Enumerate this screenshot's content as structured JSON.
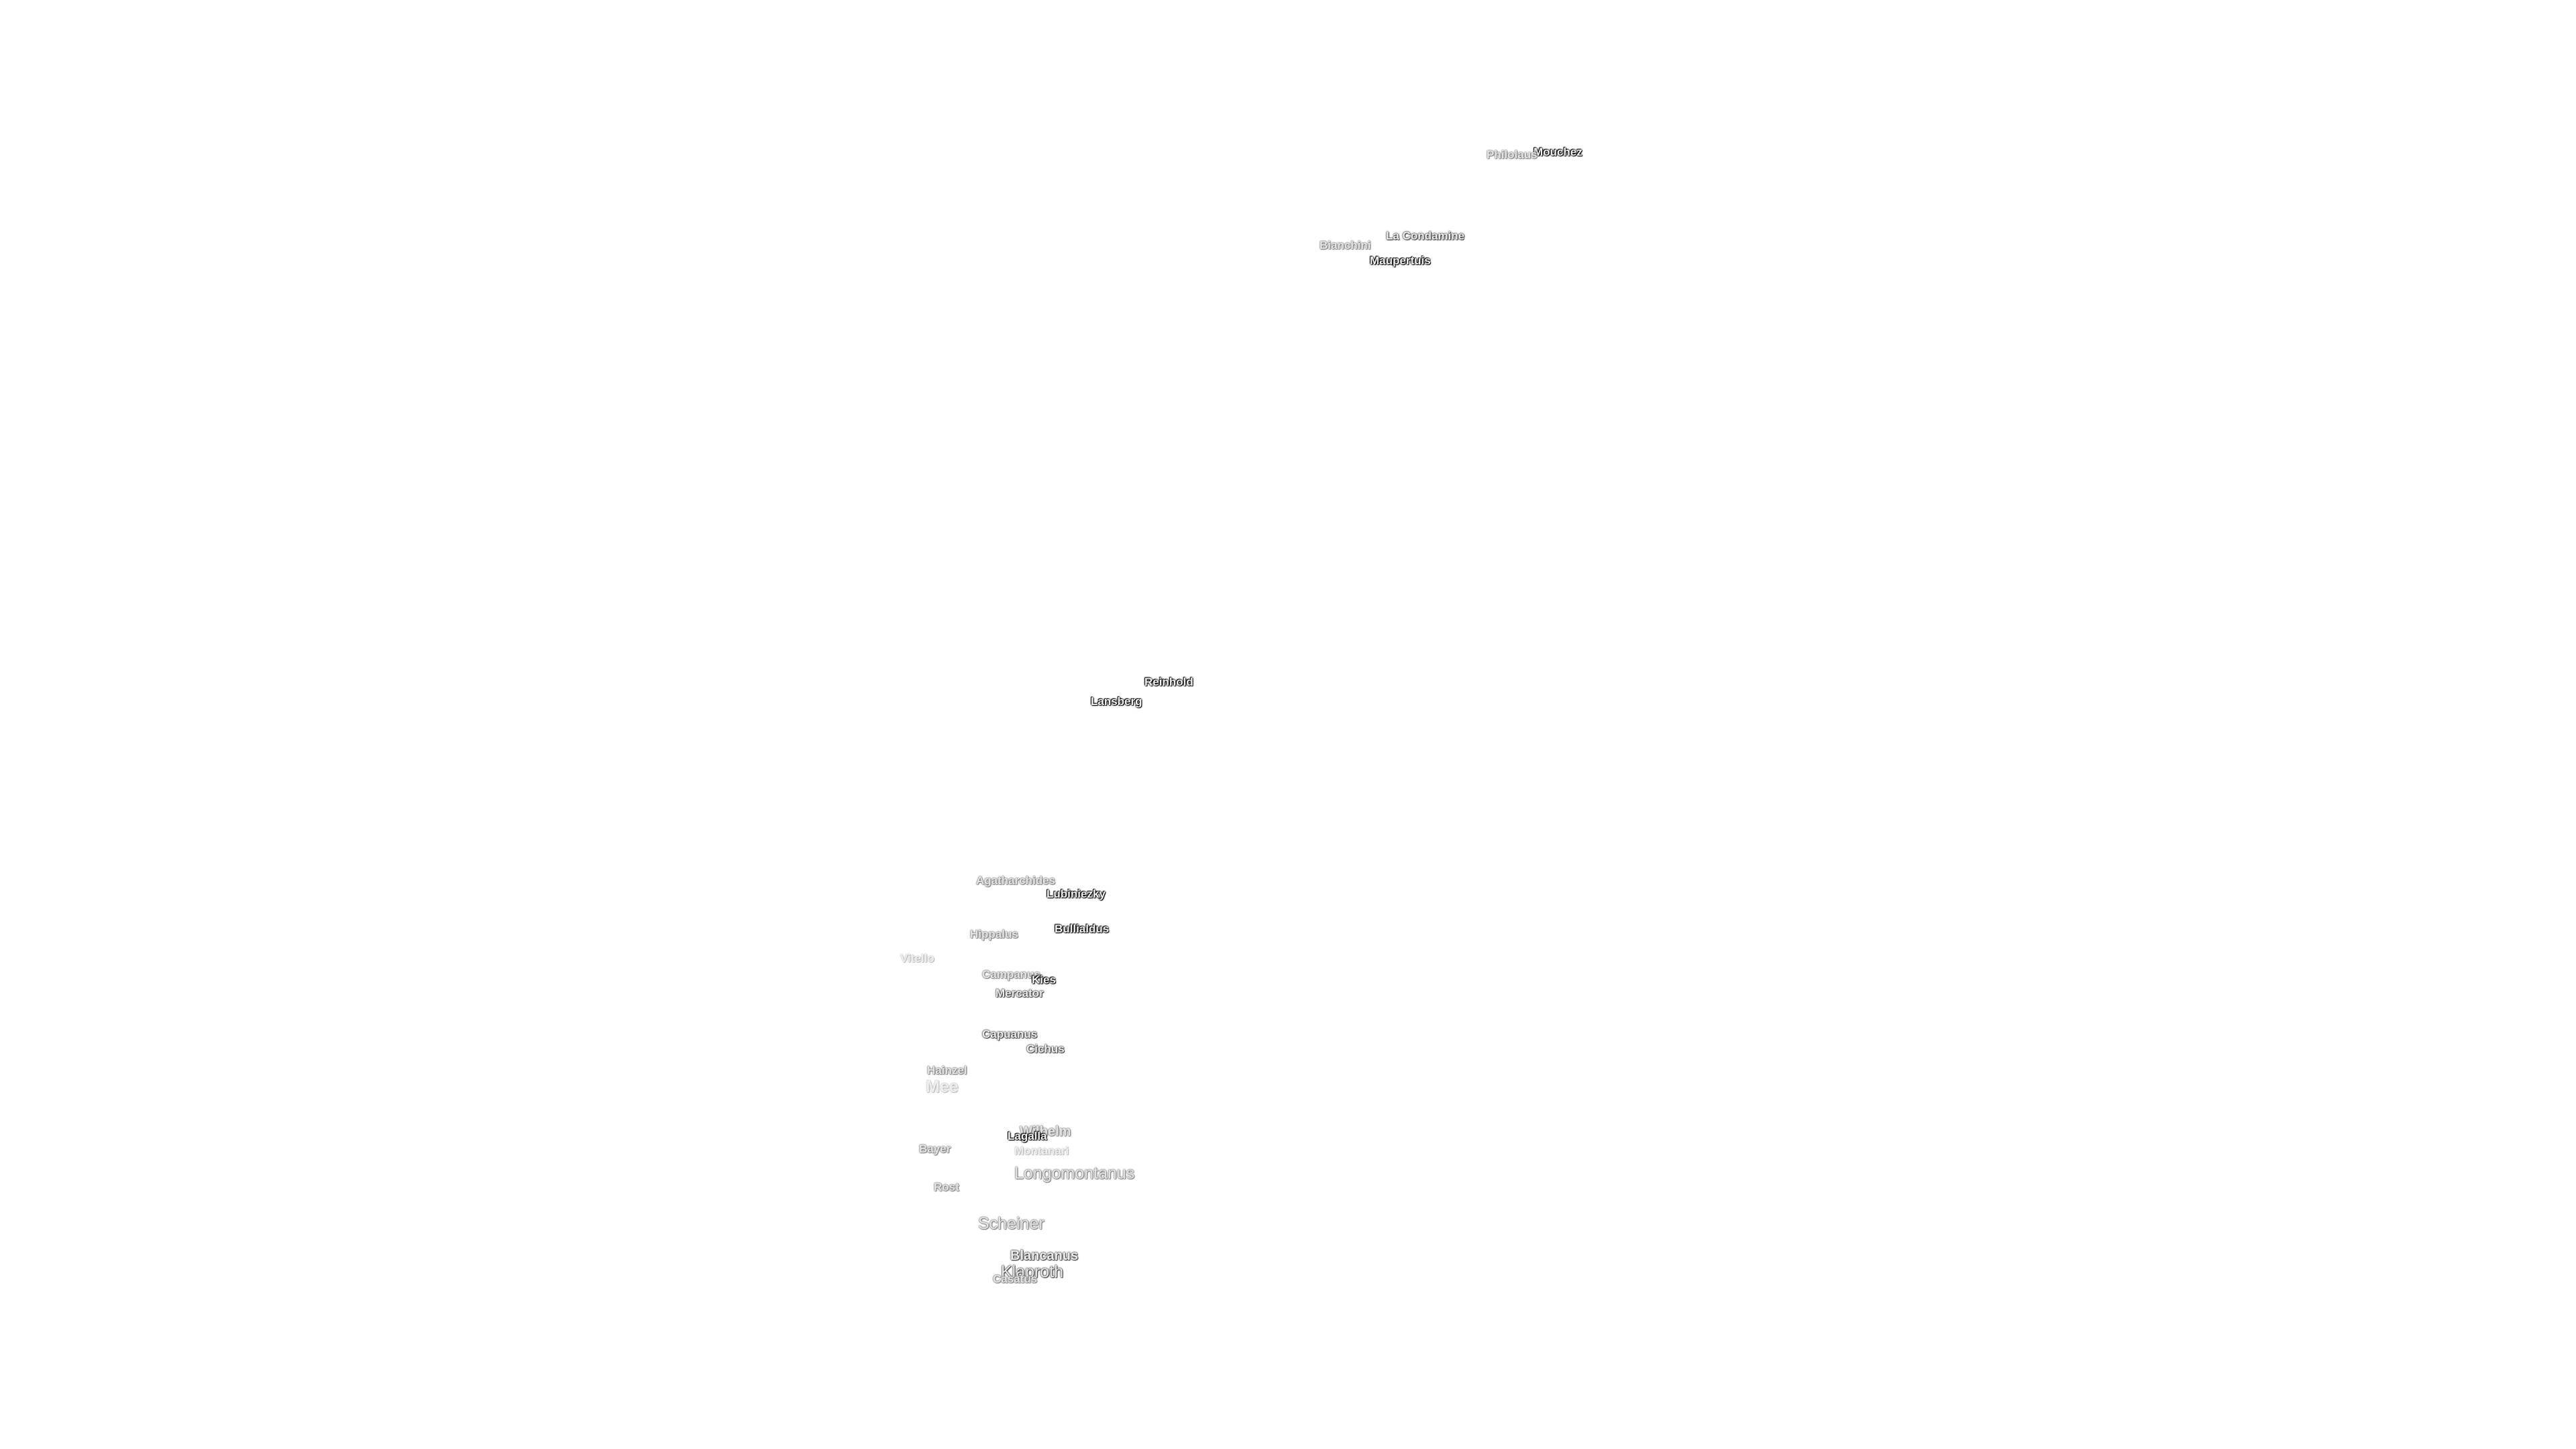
{
  "map": {
    "labels": [
      {
        "id": "mouchez",
        "text": "Mouchez"
      },
      {
        "id": "philolaus",
        "text": "Philolaus"
      },
      {
        "id": "la-condamine",
        "text": "La Condamine"
      },
      {
        "id": "bianchini",
        "text": "Bianchini"
      },
      {
        "id": "maupertuis",
        "text": "Maupertuis"
      },
      {
        "id": "reinhold",
        "text": "Reinhold"
      },
      {
        "id": "lansberg",
        "text": "Lansberg"
      },
      {
        "id": "agatharchides",
        "text": "Agatharchides"
      },
      {
        "id": "lubiniezky",
        "text": "Lubiniezky"
      },
      {
        "id": "bullialdus",
        "text": "Bullialdus"
      },
      {
        "id": "hippalus",
        "text": "Hippalus"
      },
      {
        "id": "vitello",
        "text": "Vitello"
      },
      {
        "id": "campanus",
        "text": "Campanus"
      },
      {
        "id": "kies",
        "text": "Kies"
      },
      {
        "id": "mercator",
        "text": "Mercator"
      },
      {
        "id": "capuanus",
        "text": "Capuanus"
      },
      {
        "id": "cichus",
        "text": "Cichus"
      },
      {
        "id": "hainzel",
        "text": "Hainzel"
      },
      {
        "id": "mee",
        "text": "Mee"
      },
      {
        "id": "wilhelm",
        "text": "Wilhelm"
      },
      {
        "id": "lagalla",
        "text": "Lagalla"
      },
      {
        "id": "bayer",
        "text": "Bayer"
      },
      {
        "id": "montanari",
        "text": "Montanari"
      },
      {
        "id": "longomontanus",
        "text": "Longomontanus"
      },
      {
        "id": "rost",
        "text": "Rost"
      },
      {
        "id": "scheiner",
        "text": "Scheiner"
      },
      {
        "id": "blancanus",
        "text": "Blancanus"
      },
      {
        "id": "klaproth",
        "text": "Klaproth"
      },
      {
        "id": "casatus",
        "text": "Casatus"
      }
    ]
  }
}
